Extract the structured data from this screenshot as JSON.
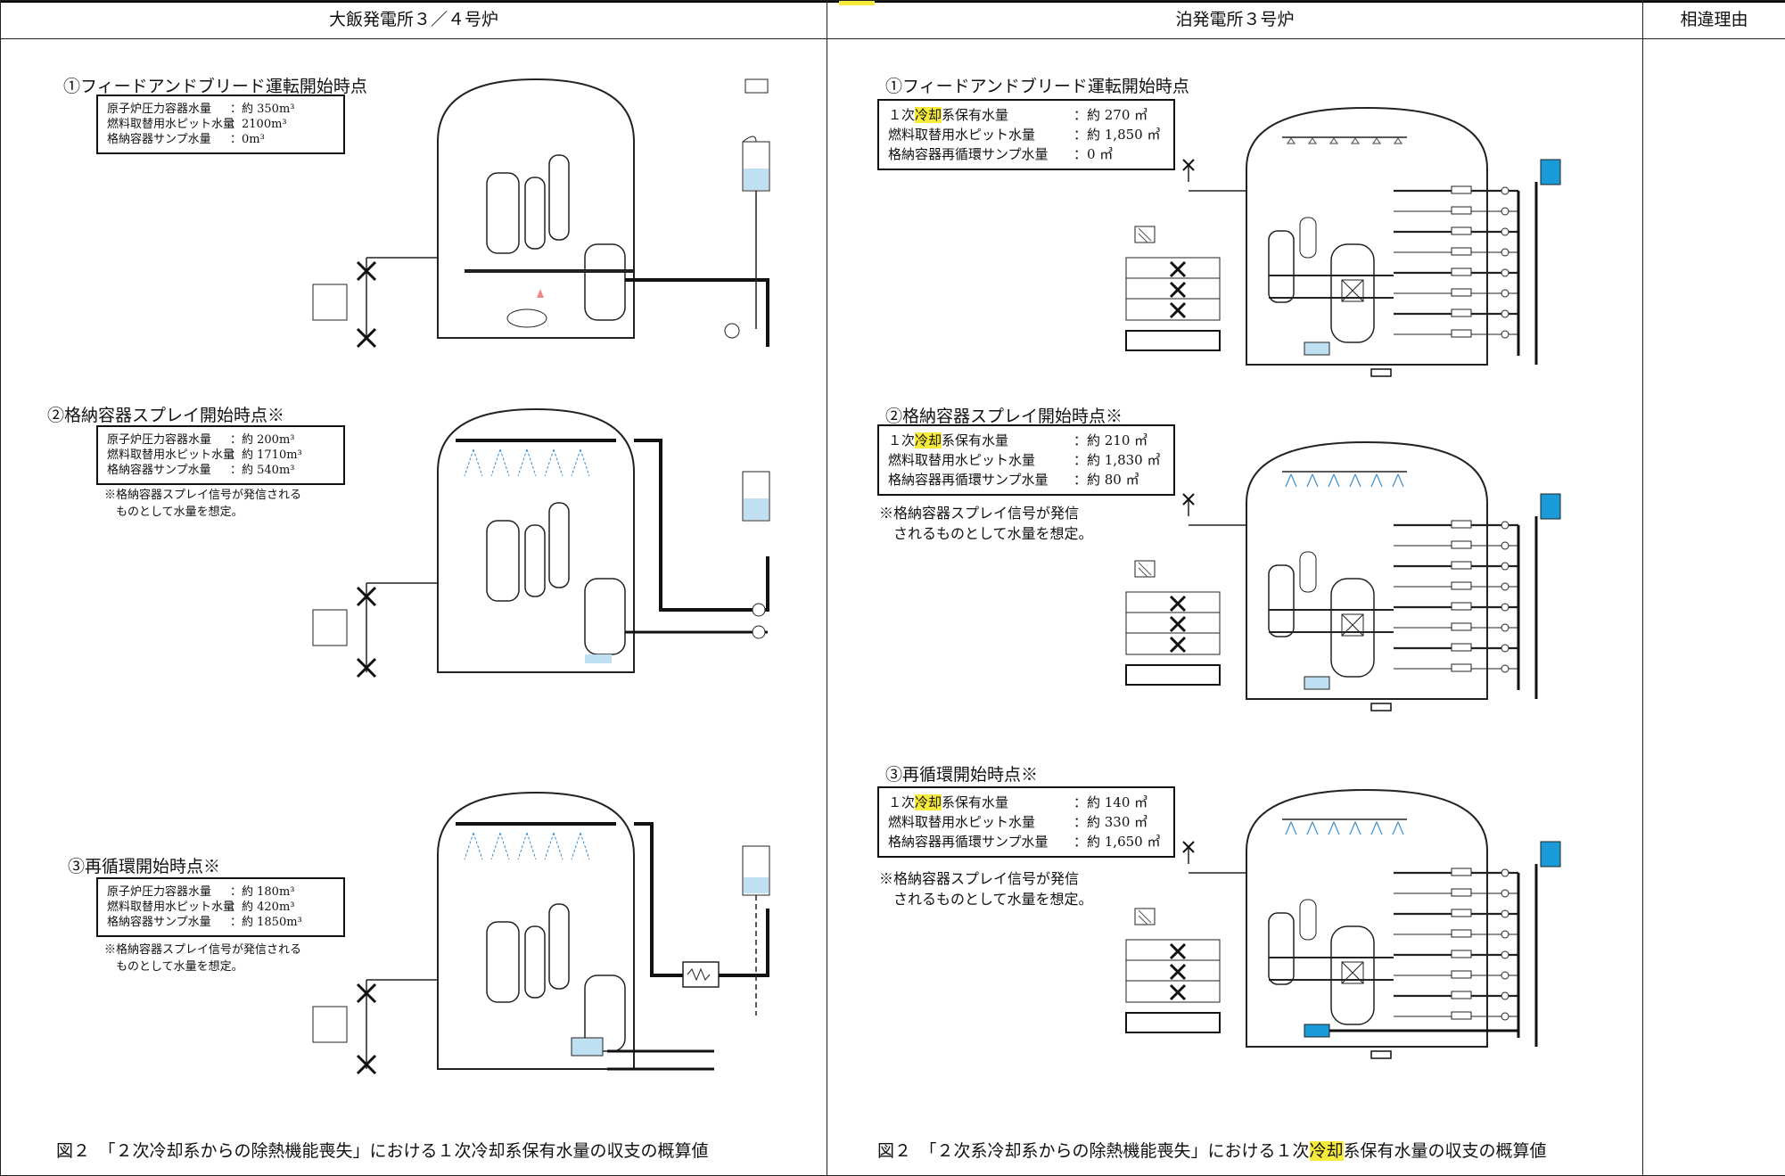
{
  "headers": {
    "left": "大飯発電所３／４号炉",
    "middle": "泊発電所３号炉",
    "right": "相違理由"
  },
  "left": {
    "section1": {
      "title": "①フィードアンドブリード運転開始時点",
      "rows": [
        {
          "label": "原子炉圧力容器水量",
          "value": "：約 350m³"
        },
        {
          "label": "燃料取替用水ピット水量",
          "value": "：2100m³"
        },
        {
          "label": "格納容器サンプ水量",
          "value": "：0m³"
        }
      ]
    },
    "section2": {
      "title": "②格納容器スプレイ開始時点※",
      "rows": [
        {
          "label": "原子炉圧力容器水量",
          "value": "：約 200m³"
        },
        {
          "label": "燃料取替用水ピット水量",
          "value": "：約 1710m³"
        },
        {
          "label": "格納容器サンプ水量",
          "value": "：約 540m³"
        }
      ],
      "note": "※格納容器スプレイ信号が発信される\n　ものとして水量を想定。"
    },
    "section3": {
      "title": "③再循環開始時点※",
      "rows": [
        {
          "label": "原子炉圧力容器水量",
          "value": "：約 180m³"
        },
        {
          "label": "燃料取替用水ピット水量",
          "value": "：約 420m³"
        },
        {
          "label": "格納容器サンプ水量",
          "value": "：約 1850m³"
        }
      ],
      "note": "※格納容器スプレイ信号が発信される\n　ものとして水量を想定。"
    },
    "caption": "図２　「２次冷却系からの除熱機能喪失」における１次冷却系保有水量の収支の概算値"
  },
  "middle": {
    "section1": {
      "title": "①フィードアンドブリード運転開始時点",
      "rows": [
        {
          "label_pre": "１次",
          "label_hl": "冷却",
          "label_post": "系保有水量",
          "value": "：約 270 ㎥"
        },
        {
          "label": "燃料取替用水ピット水量",
          "value": "：約 1,850 ㎥"
        },
        {
          "label": "格納容器再循環サンプ水量",
          "value": "：0 ㎥"
        }
      ]
    },
    "section2": {
      "title": "②格納容器スプレイ開始時点※",
      "rows": [
        {
          "label_pre": "１次",
          "label_hl": "冷却",
          "label_post": "系保有水量",
          "value": "：約 210 ㎥"
        },
        {
          "label": "燃料取替用水ピット水量",
          "value": "：約 1,830 ㎥"
        },
        {
          "label": "格納容器再循環サンプ水量",
          "value": "：約 80 ㎥"
        }
      ],
      "note": "※格納容器スプレイ信号が発信\n　されるものとして水量を想定。"
    },
    "section3": {
      "title": "③再循環開始時点※",
      "rows": [
        {
          "label_pre": "１次",
          "label_hl": "冷却",
          "label_post": "系保有水量",
          "value": "：約 140 ㎥"
        },
        {
          "label": "燃料取替用水ピット水量",
          "value": "：約 330 ㎥"
        },
        {
          "label": "格納容器再循環サンプ水量",
          "value": "：約 1,650 ㎥"
        }
      ],
      "note": "※格納容器スプレイ信号が発信\n　されるものとして水量を想定。"
    },
    "caption_pre": "図２　「２次系冷却系からの除熱機能喪失」における１次",
    "caption_hl": "冷却",
    "caption_post": "系保有水量の収支の概算値"
  },
  "colors": {
    "highlight": "#f6ea3a",
    "water": "#bfe0f2",
    "water_dark": "#1a9ad6",
    "spray": "#3a8fd0"
  }
}
